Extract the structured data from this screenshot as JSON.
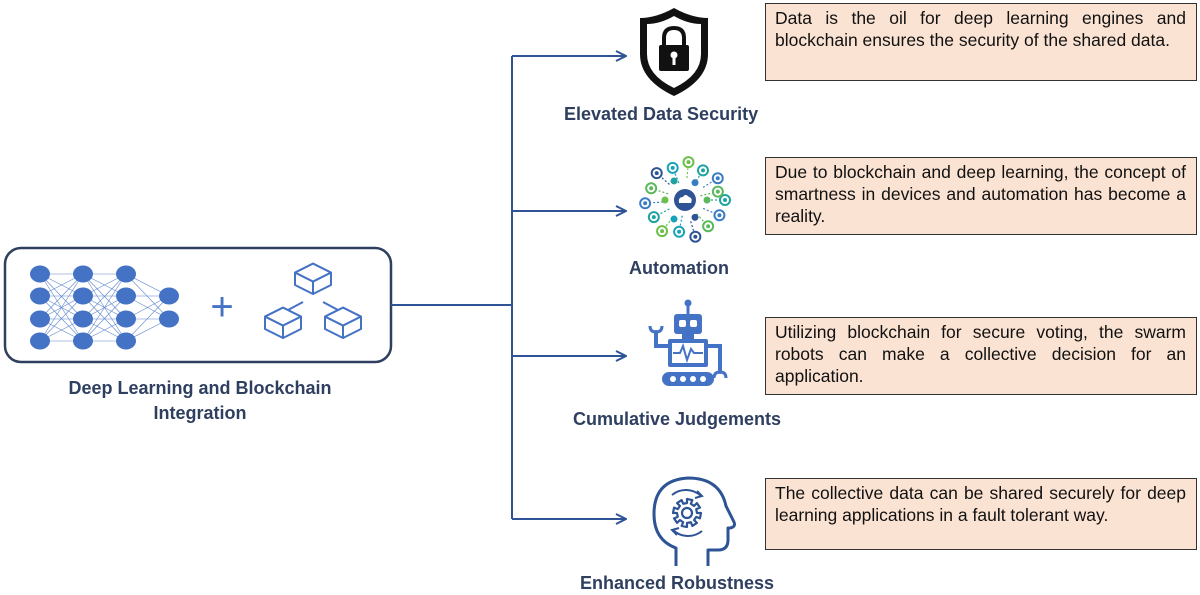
{
  "hub": {
    "title": "Deep Learning and Blockchain Integration",
    "plus_sign": "+"
  },
  "branches": [
    {
      "label": "Elevated Data Security",
      "icon": "padlock-shield-icon",
      "description": "Data is the oil for deep learning engines and blockchain ensures the security of the shared data."
    },
    {
      "label": "Automation",
      "icon": "iot-network-icon",
      "description": "Due to blockchain and deep learning, the concept of smartness in devices and automation has become a reality."
    },
    {
      "label": "Cumulative Judgements",
      "icon": "robot-icon",
      "description": "Utilizing blockchain for secure voting, the swarm robots can make a collective decision for an application."
    },
    {
      "label": "Enhanced Robustness",
      "icon": "head-gear-icon",
      "description": "The collective data can be shared securely for deep learning applications in a fault tolerant way."
    }
  ],
  "colors": {
    "line": "#2e5496",
    "node": "#4472c4",
    "label_text": "#2f3f5f",
    "box_fill": "#fbe3d3",
    "box_border": "#333333"
  }
}
